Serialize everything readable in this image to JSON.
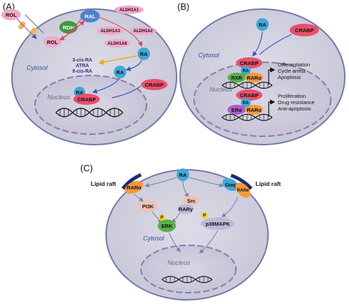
{
  "panels": {
    "a": {
      "label": "(A)",
      "cytosol": "Cytosol",
      "nucleus": "Nucleus",
      "molecules": {
        "rol_out": "ROL",
        "rol_in": "ROL",
        "rdh": "RDH",
        "ral": "RAL",
        "aldh1a1": "ALDH1A1",
        "aldh1a3": "ALDH1A3",
        "aldh1a2": "ALDH1A2",
        "aldh1a8": "ALDH1A8",
        "ra_main": "RA",
        "ra_lower": "RA",
        "crabp_cyto": "CRABP",
        "ra_nuc": "RA",
        "crabp_nuc": "CRABP"
      },
      "isomers": [
        "3-cis-RA",
        "ATRA",
        "9-cis-RA"
      ]
    },
    "b": {
      "label": "(B)",
      "cytosol": "Cytosol",
      "nucleus": "Nucleus",
      "molecules": {
        "ra_top": "RA",
        "crabp_top": "CRABP",
        "crabp_1": "CRABP",
        "ra_1": "RA",
        "rxr": "RXR",
        "rara_1": "RARα",
        "crabp_2": "CRABP",
        "ra_2": "RA",
        "era": "ERα",
        "rara_2": "RARα"
      },
      "outcomes_1": [
        "Differentiation",
        "Cycle arrest",
        "Apoptosis"
      ],
      "outcomes_2": [
        "Proliferation",
        "Drug resistance",
        "Anti-apoptosis"
      ]
    },
    "c": {
      "label": "(C)",
      "cytosol": "Cytosol",
      "nucleus": "Nucleus",
      "lipid_raft_left": "Lipid raft",
      "lipid_raft_right": "Lipid raft",
      "molecules": {
        "ra": "RA",
        "rara_left": "RARα",
        "gaq": "Gαq",
        "rara_right": "RARα",
        "pi3k": "PI3K",
        "src": "Src",
        "rarg": "RARγ",
        "p_erk": "P",
        "erk": "ERK",
        "p_p38": "P",
        "p38": "p38MAPK"
      }
    }
  }
}
